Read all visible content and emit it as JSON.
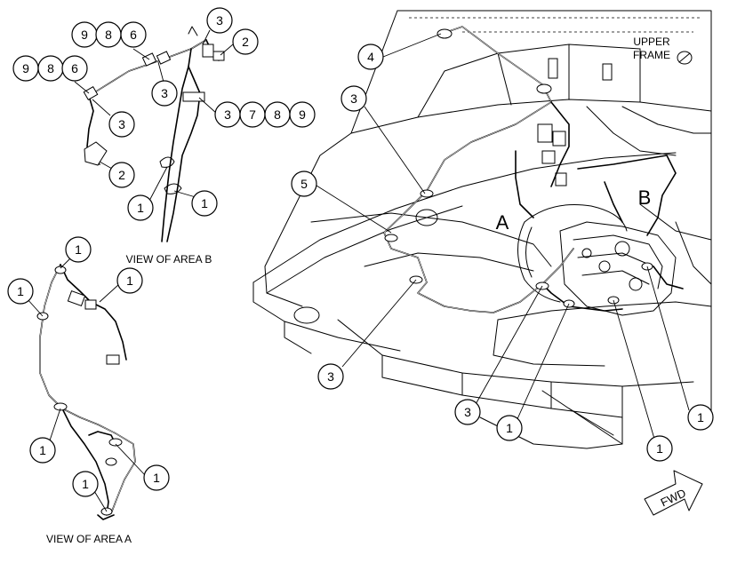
{
  "labels": {
    "view_area_b": "VIEW OF AREA B",
    "view_area_a": "VIEW OF AREA A",
    "upper_frame_line1": "UPPER",
    "upper_frame_line2": "FRAME",
    "area_a": "A",
    "area_b": "B",
    "fwd": "FWD"
  },
  "callouts": {
    "area_b": [
      [
        "9",
        "8",
        "6"
      ],
      [
        "9",
        "8",
        "6"
      ],
      [
        "3"
      ],
      [
        "2"
      ],
      [
        "3"
      ],
      [
        "3"
      ],
      [
        "3",
        "7",
        "8",
        "9"
      ],
      [
        "2"
      ],
      [
        "1"
      ],
      [
        "1"
      ]
    ],
    "area_a": [
      "1",
      "1",
      "1",
      "1",
      "1",
      "1"
    ],
    "main": [
      "4",
      "3",
      "5",
      "3",
      "3",
      "1",
      "1",
      "1"
    ]
  }
}
